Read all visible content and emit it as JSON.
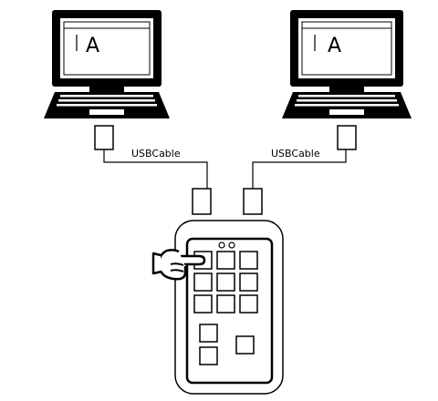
{
  "laptops": [
    {
      "screen_text": "A"
    },
    {
      "screen_text": "A"
    }
  ],
  "cables": [
    {
      "label": "USBCable"
    },
    {
      "label": "USBCable"
    }
  ],
  "device": {
    "app_buttons_rows": [
      3,
      3,
      3
    ],
    "icons": [
      "hand-pointer-icon"
    ]
  }
}
